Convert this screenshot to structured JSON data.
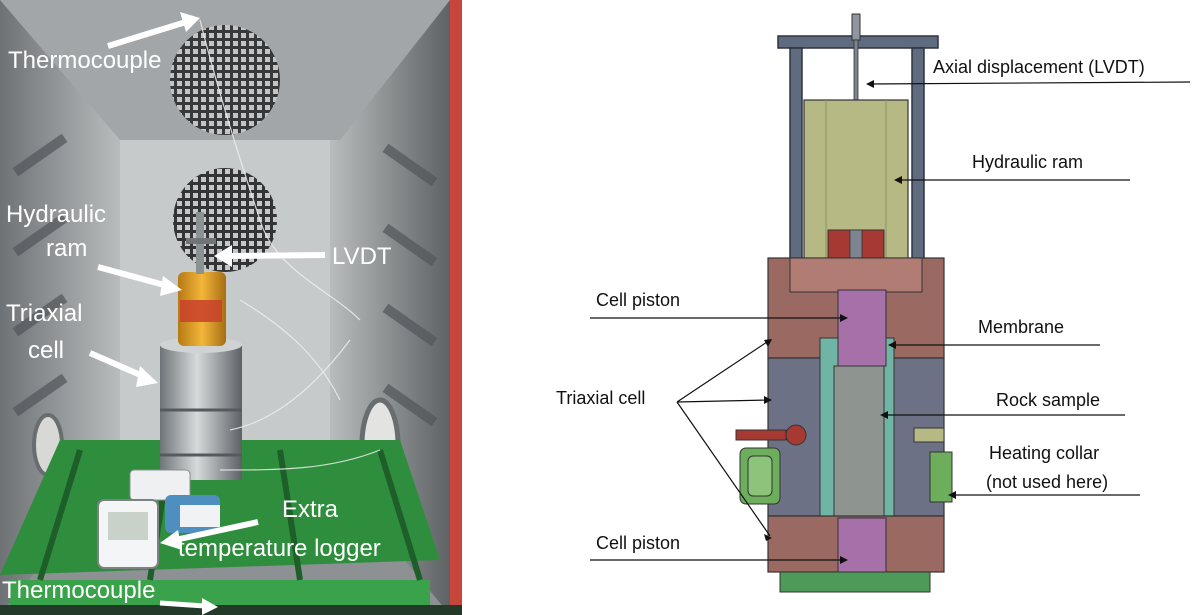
{
  "photo": {
    "labels": {
      "thermocouple_top": "Thermocouple",
      "hydraulic_ram_1": "Hydraulic",
      "hydraulic_ram_2": "ram",
      "lvdt": "LVDT",
      "triaxial_cell_1": "Triaxial",
      "triaxial_cell_2": "cell",
      "extra_logger_1": "Extra",
      "extra_logger_2": "temperature  logger",
      "thermocouple_bottom": "Thermocouple"
    }
  },
  "diagram": {
    "labels": {
      "axial_displacement": "Axial displacement (LVDT)",
      "hydraulic_ram": "Hydraulic ram",
      "cell_piston_top": "Cell piston",
      "membrane": "Membrane",
      "triaxial_cell": "Triaxial cell",
      "rock_sample": "Rock sample",
      "heating_collar_1": "Heating collar",
      "heating_collar_2": "(not used here)",
      "cell_piston_bottom": "Cell piston"
    }
  },
  "colors": {
    "frame": "#5f6b7e",
    "ram": "#b7b985",
    "piston_red": "#a63a32",
    "block_brown": "#9a6a62",
    "cell_body": "#6d7186",
    "membrane_teal": "#6fb4a5",
    "piston_purple": "#a670a8",
    "sample_grey": "#8e9590",
    "collar_green": "#6cae5c",
    "base_green": "#4e9a58",
    "photo_green": "#2f8e3e",
    "photo_steel": "#9aa1a7",
    "photo_yellow": "#e0a62a"
  }
}
